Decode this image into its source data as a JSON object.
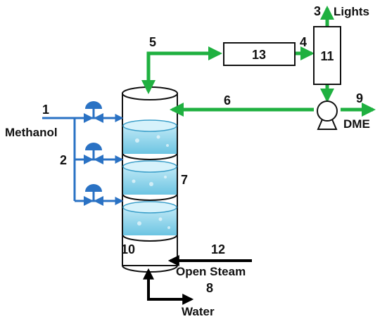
{
  "colors": {
    "process_line": "#1fb040",
    "feed_line": "#2a72c4",
    "steam_line": "#000000",
    "valve": "#2a72c4",
    "water": "#8fd4ec",
    "water_edge": "#3a9ec9",
    "outline": "#111111"
  },
  "streams": {
    "s1": "1",
    "s2": "2",
    "s3": "3",
    "s4": "4",
    "s5": "5",
    "s6": "6",
    "s7": "7",
    "s8": "8",
    "s9": "9",
    "s10": "10",
    "s11": "11",
    "s12": "12",
    "s13": "13"
  },
  "labels": {
    "methanol": "Methanol",
    "lights": "Lights",
    "dme": "DME",
    "open_steam": "Open Steam",
    "water": "Water"
  },
  "equipment": {
    "column": "reactive distillation column",
    "unit_13": "13",
    "unit_11": "11",
    "pump": "pump",
    "valves": [
      "valve",
      "valve",
      "valve"
    ]
  }
}
